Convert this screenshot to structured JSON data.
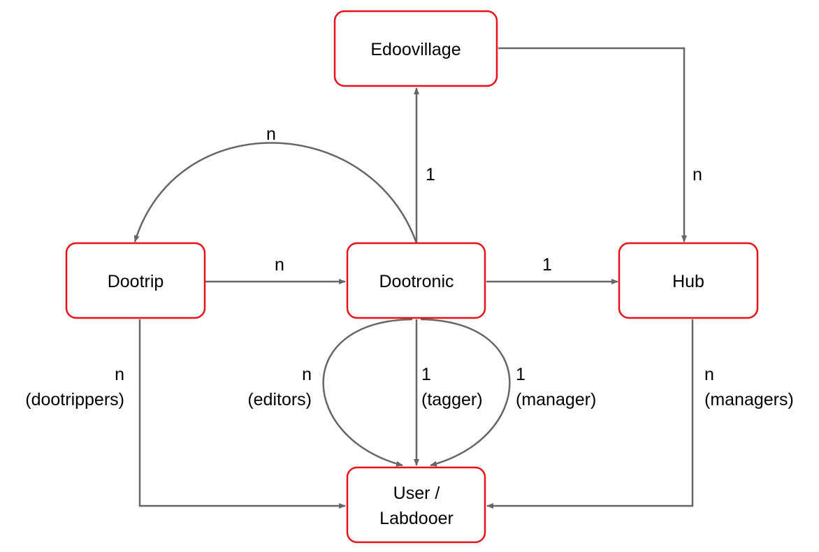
{
  "nodes": {
    "edoovillage": {
      "label": "Edoovillage"
    },
    "dootrip": {
      "label": "Dootrip"
    },
    "dootronic": {
      "label": "Dootronic"
    },
    "hub": {
      "label": "Hub"
    },
    "user": {
      "label_line1": "User /",
      "label_line2": "Labdooer"
    }
  },
  "edges": {
    "dootronic_to_dootrip": {
      "cardinality": "n"
    },
    "dootronic_to_edoovillage": {
      "cardinality": "1"
    },
    "edoovillage_to_hub": {
      "cardinality": "n"
    },
    "dootrip_to_dootronic": {
      "cardinality": "n"
    },
    "dootronic_to_hub": {
      "cardinality": "1"
    },
    "dootrip_to_user": {
      "cardinality": "n",
      "role": "(dootrippers)"
    },
    "dootronic_editors_to_user": {
      "cardinality": "n",
      "role": "(editors)"
    },
    "dootronic_tagger_to_user": {
      "cardinality": "1",
      "role": "(tagger)"
    },
    "dootronic_manager_to_user": {
      "cardinality": "1",
      "role": "(manager)"
    },
    "hub_to_user": {
      "cardinality": "n",
      "role": "(managers)"
    }
  },
  "colors": {
    "node_border": "#e8101a",
    "edge": "#666666",
    "text": "#000000",
    "background": "#ffffff"
  }
}
